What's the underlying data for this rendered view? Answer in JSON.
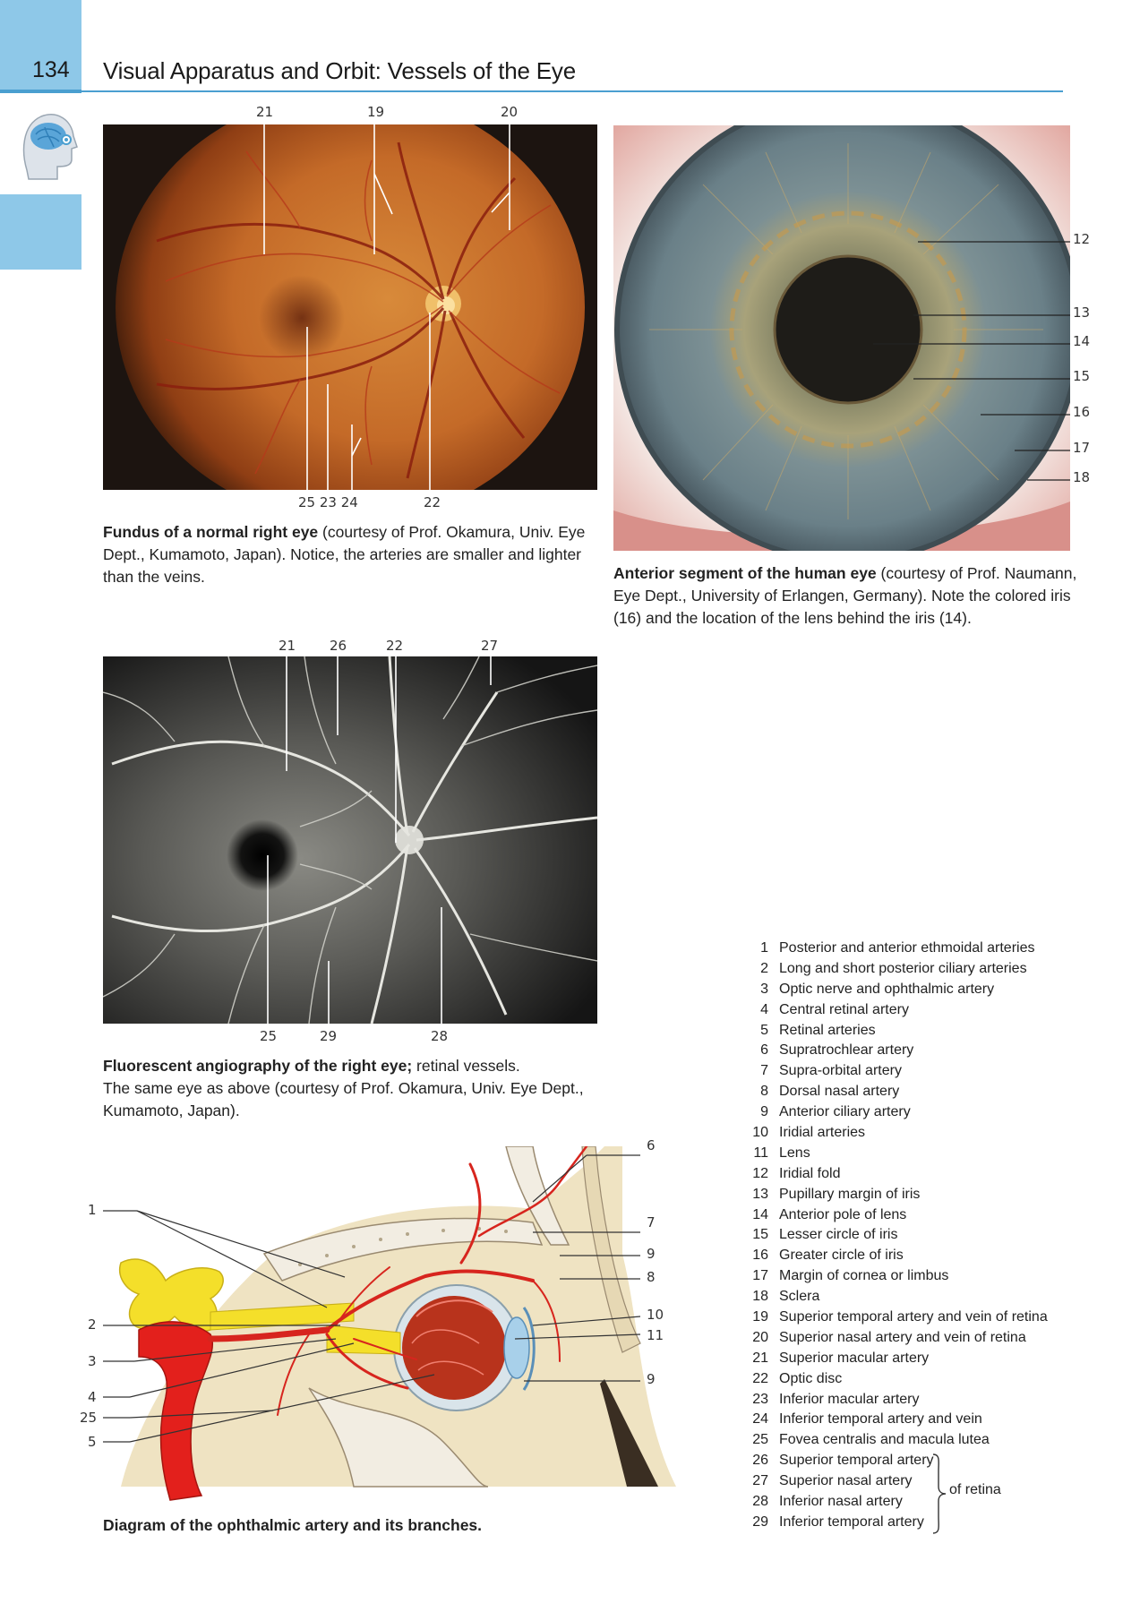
{
  "header": {
    "page_number": "134",
    "title": "Visual Apparatus and Orbit: Vessels of the Eye",
    "thumbnail_icon": "head-brain-eye-icon"
  },
  "figures": {
    "fundus": {
      "caption_bold": "Fundus of a normal right eye",
      "caption_text": " (courtesy of Prof. Okamura, Univ. Eye Dept., Kumamoto, Japan). Notice, the arteries are smaller and lighter than the veins.",
      "labels_top": [
        "21",
        "19",
        "20"
      ],
      "labels_bottom": [
        "25 23 24",
        "22"
      ]
    },
    "iris": {
      "caption_bold": "Anterior segment of the human eye",
      "caption_text": " (courtesy of Prof. Naumann, Eye Dept., University of Erlangen, Germany). Note the colored iris (16) and the location of the lens behind the iris (14).",
      "labels_right": [
        "12",
        "13",
        "14",
        "15",
        "16",
        "17",
        "18"
      ]
    },
    "angiography": {
      "caption_bold": "Fluorescent angiography of the right eye;",
      "caption_text": " retinal vessels.",
      "caption_text2": "The same eye as above (courtesy of Prof. Okamura, Univ. Eye Dept., Kumamoto, Japan).",
      "labels_top": [
        "21",
        "26",
        "22",
        "27"
      ],
      "labels_bottom": [
        "25",
        "29",
        "28"
      ]
    },
    "diagram": {
      "caption_bold": "Diagram of the ophthalmic artery and its branches.",
      "labels_left": [
        "1",
        "2",
        "3",
        "4",
        "25",
        "5"
      ],
      "labels_right": [
        "6",
        "7",
        "9",
        "8",
        "10",
        "11",
        "9"
      ]
    }
  },
  "legend": [
    {
      "num": "1",
      "text": "Posterior and anterior ethmoidal arteries"
    },
    {
      "num": "2",
      "text": "Long and short posterior ciliary arteries"
    },
    {
      "num": "3",
      "text": "Optic nerve and ophthalmic artery"
    },
    {
      "num": "4",
      "text": "Central retinal artery"
    },
    {
      "num": "5",
      "text": "Retinal arteries"
    },
    {
      "num": "6",
      "text": "Supratrochlear artery"
    },
    {
      "num": "7",
      "text": "Supra-orbital artery"
    },
    {
      "num": "8",
      "text": "Dorsal nasal artery"
    },
    {
      "num": "9",
      "text": "Anterior ciliary artery"
    },
    {
      "num": "10",
      "text": "Iridial arteries"
    },
    {
      "num": "11",
      "text": "Lens"
    },
    {
      "num": "12",
      "text": "Iridial fold"
    },
    {
      "num": "13",
      "text": "Pupillary margin of iris"
    },
    {
      "num": "14",
      "text": "Anterior pole of lens"
    },
    {
      "num": "15",
      "text": "Lesser circle of iris"
    },
    {
      "num": "16",
      "text": "Greater circle of iris"
    },
    {
      "num": "17",
      "text": "Margin of cornea or limbus"
    },
    {
      "num": "18",
      "text": "Sclera"
    },
    {
      "num": "19",
      "text": "Superior temporal artery and vein of retina"
    },
    {
      "num": "20",
      "text": "Superior nasal artery and vein of retina"
    },
    {
      "num": "21",
      "text": "Superior macular artery"
    },
    {
      "num": "22",
      "text": "Optic disc"
    },
    {
      "num": "23",
      "text": "Inferior macular artery"
    },
    {
      "num": "24",
      "text": "Inferior temporal artery and vein"
    },
    {
      "num": "25",
      "text": "Fovea centralis and macula lutea"
    },
    {
      "num": "26",
      "text": "Superior temporal artery"
    },
    {
      "num": "27",
      "text": "Superior nasal artery"
    },
    {
      "num": "28",
      "text": "Inferior nasal artery"
    },
    {
      "num": "29",
      "text": "Inferior temporal artery"
    }
  ],
  "legend_group_label": "of retina"
}
